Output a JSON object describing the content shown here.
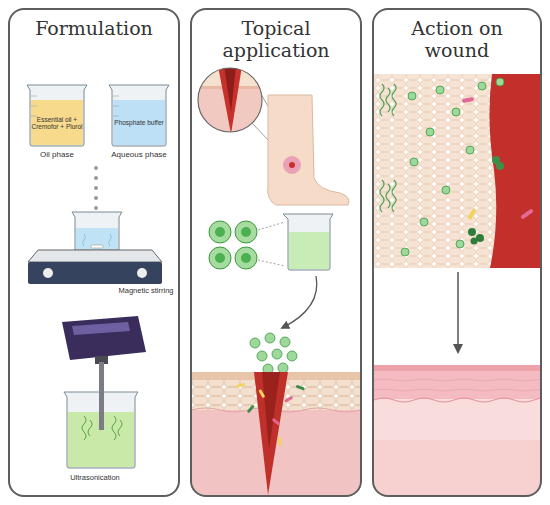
{
  "diagram": {
    "nodes": [
      {
        "text": [
          "Formulation"
        ]
      },
      {
        "text": [
          "Essential oil + Cremofor + Plurol",
          "Oil phase"
        ],
        "in": 0
      },
      {
        "text": [
          "Phosphate buffer",
          "Aqueous phase"
        ],
        "in": 0
      },
      {
        "text": [
          "Topical application"
        ]
      },
      {
        "text": [
          "Action on wound"
        ]
      }
    ],
    "labels": [
      "Magnetic stirring",
      "Ultrasonication"
    ]
  }
}
